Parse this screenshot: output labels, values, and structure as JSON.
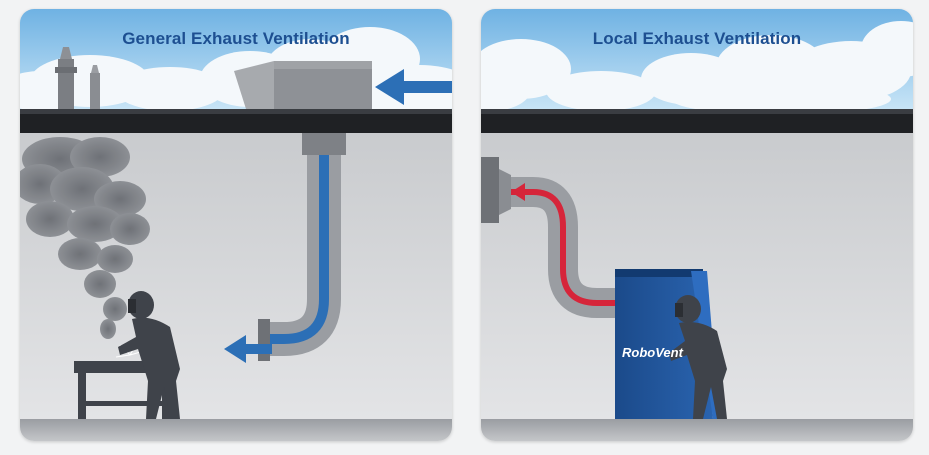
{
  "panels": [
    {
      "title": "General Exhaust Ventilation"
    },
    {
      "title": "Local Exhaust Ventilation"
    }
  ],
  "brand": {
    "name": "RoboVent"
  },
  "colors": {
    "sky": "#a9d3ee",
    "roof": "#1f2124",
    "wall": "#d6d8db",
    "duct": "#8e9196",
    "airflow_blue": "#2c6fb6",
    "airflow_red": "#d6253a",
    "unit_blue": "#1d4f91",
    "title_blue": "#1d4f91",
    "smoke": "#5d6066",
    "worker": "#3f434a"
  }
}
